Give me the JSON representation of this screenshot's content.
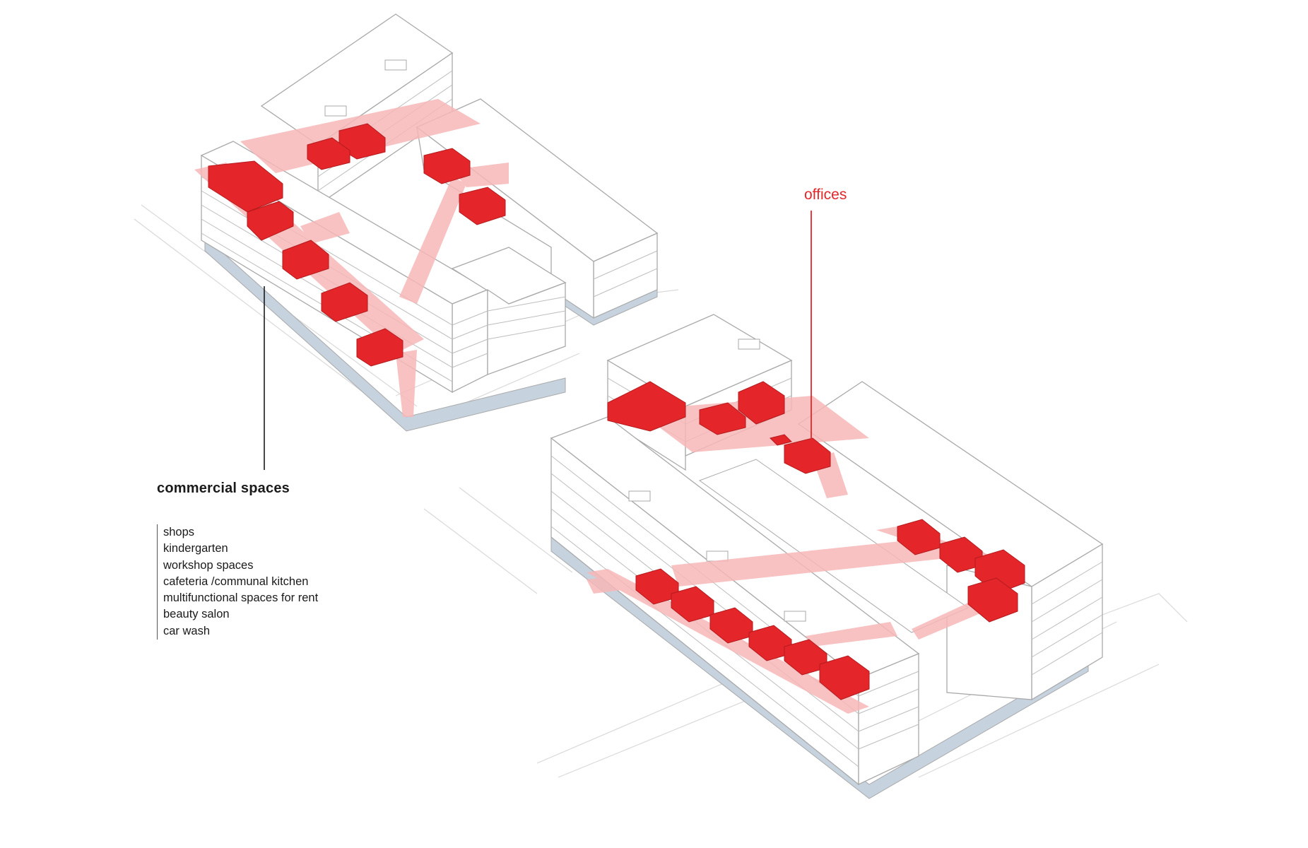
{
  "labels": {
    "commercial_title": "commercial spaces",
    "commercial_items": [
      "shops",
      "kindergarten",
      "workshop spaces",
      "cafeteria /communal kitchen",
      "multifunctional spaces for rent",
      "beauty salon",
      "car wash"
    ],
    "offices": "offices"
  },
  "colors": {
    "accent_red": "#e4262a",
    "light_red": "#f7b7b8",
    "building_line": "#a9a9a9",
    "base_blue": "#c6d3de",
    "leader_black": "#1a1a1a"
  }
}
